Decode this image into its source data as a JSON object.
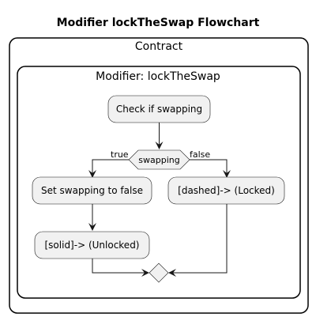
{
  "title": "Modifier lockTheSwap Flowchart",
  "outer_frame": {
    "label": "Contract"
  },
  "inner_frame": {
    "label": "Modifier: lockTheSwap"
  },
  "nodes": {
    "start": "Check if swapping",
    "decision": "swapping",
    "true_action": "Set swapping to false",
    "unlocked": "[solid]-> (Unlocked)",
    "locked": "[dashed]-> (Locked)"
  },
  "branches": {
    "true_label": "true",
    "false_label": "false"
  },
  "colors": {
    "node_fill": "#f1f1f1",
    "line": "#181818"
  }
}
